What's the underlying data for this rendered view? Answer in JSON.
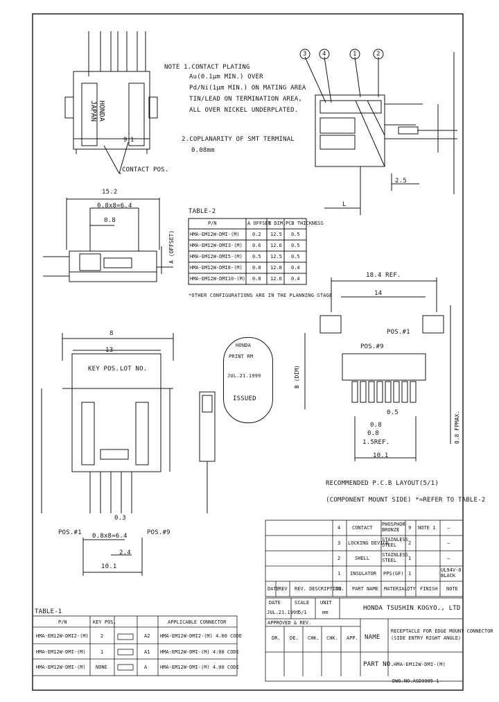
{
  "notes": {
    "title": "NOTE 1.CONTACT PLATING",
    "lines": [
      "Au(0.1μm MIN.) OVER",
      "Pd/Ni(1μm MIN.) ON MATING AREA",
      "TIN/LEAD ON TERMINATION AREA,",
      "ALL OVER NICKEL UNDERPLATED."
    ],
    "coplanarity": "2.COPLANARITY OF SMT TERMINAL",
    "coplanarity_value": "0.08mm"
  },
  "top_view": {
    "marking_line1": "HONDA",
    "marking_line2": "JAPAN",
    "pin1": "1",
    "pin9": "9",
    "contact_pos_label": "CONTACT POS."
  },
  "dims": {
    "d152": "15.2",
    "d648": "0.8x8=6.4",
    "d08": "0.8",
    "d8": "8",
    "d13": "13",
    "d18": "18.4 REF.",
    "d14": "14",
    "d25": "2.5",
    "d101a": "10.1",
    "d101b": "10.1",
    "d08b": "0.8",
    "d648b": "0.8x8=6.4",
    "d24": "2.4",
    "d03": "0.3",
    "d05": "0.5",
    "d08c": "0.8",
    "d08d": "0.8",
    "d5ref": "1.5REF.",
    "L": "L",
    "A_offset": "A (OFFSET)",
    "B_dim": "B (DIM)",
    "fpmax": "0.8 FPMAX."
  },
  "labels": {
    "key_pos": "KEY POS.",
    "lot_no": "LOT NO.",
    "pos1": "POS.#1",
    "pos9": "POS.#9",
    "pos1b": "POS.#1",
    "pos9b": "POS.#9",
    "balloon1": "1",
    "balloon2": "2",
    "balloon3": "3",
    "balloon4": "4",
    "rec_layout": "RECOMMENDED P.C.B LAYOUT(5/1)",
    "rec_layout2": "(COMPONENT MOUNT SIDE) *=REFER TO TABLE-2",
    "other_configs": "*OTHER CONFIGURATIONS ARE IN THE PLANNING STAGE"
  },
  "stamp": {
    "line1": "HONDA",
    "line2": "PRINT RM",
    "line3": "JUL.21.1999",
    "line4": "ISSUED"
  },
  "table2": {
    "title": "TABLE-2",
    "headers": [
      "P/N",
      "A OFFSET",
      "B DIM.",
      "PCB THICKNESS"
    ],
    "rows": [
      [
        "HMA-EM12W-DMI-(M)",
        "0.2",
        "12.5",
        "0.5"
      ],
      [
        "HMA-EM12W-DMI3-(M)",
        "0.6",
        "12.6",
        "0.5"
      ],
      [
        "HMA-EM12W-DMI5-(M)",
        "0.5",
        "12.5",
        "0.5"
      ],
      [
        "HMA-EM12W-DMI8-(M)",
        "0.8",
        "12.8",
        "0.4"
      ],
      [
        "HMA-EM12W-DMI10-(M)",
        "0.8",
        "12.6",
        "0.4"
      ]
    ]
  },
  "parts_list": {
    "rows": [
      [
        "4",
        "CONTACT",
        "PHOSPHOR BRONZE",
        "9",
        "NOTE 1",
        "—"
      ],
      [
        "3",
        "LOCKING DEVICE",
        "STAINLESS STEEL",
        "2",
        "",
        "—"
      ],
      [
        "2",
        "SHELL",
        "STAINLESS STEEL",
        "1",
        "",
        "—"
      ],
      [
        "1",
        "INSULATOR",
        "PPS(GF)",
        "1",
        "",
        "UL94V-0 BLACK"
      ]
    ],
    "header": [
      "DATE",
      "REV",
      "REV. DESCRIPTION",
      "NO.",
      "PART NAME",
      "MATERIAL",
      "QTY",
      "FINISH",
      "NOTE"
    ]
  },
  "title_block": {
    "date_label": "DATE",
    "date": "JUL.21.1999",
    "scale_label": "SCALE",
    "scale": "5/1",
    "unit_label": "UNIT",
    "unit": "mm",
    "company": "HONDA TSUSHIN KOGYO., LTD",
    "approved": "APPROVED & REV.",
    "sig_headers": [
      "DR.",
      "DE.",
      "CHK.",
      "CHK.",
      "APP."
    ],
    "name_label": "NAME",
    "name_value": "RECEPTACLE FOR EDGE MOUNT CONNECTOR",
    "name_value2": "(SIDE ENTRY RIGHT ANGLE)",
    "part_no_label": "PART NO.",
    "part_no": "HMA-EM12W-DMI-(M)",
    "drawing_no": "DWG.NO.ASD9905-1"
  },
  "table1": {
    "title": "TABLE-1",
    "headers": [
      "P/N",
      "KEY POS.",
      "",
      "",
      "APPLICABLE CONNECTOR"
    ],
    "rows": [
      [
        "HMA-EM12W-DMI2-(M)",
        "2",
        "",
        "A2",
        "HMA-EM12W-DMI2-(M) 4.00 CODE"
      ],
      [
        "HMA-EM12W-DMI-(M)",
        "1",
        "",
        "A1",
        "HMA-EM12W-DMI-(M) 4.00 CODE"
      ],
      [
        "HMA-EM12W-DMI-(M)",
        "NONE",
        "",
        "A",
        "HMA-EM12W-DMI-(M) 4.00 CODE"
      ]
    ]
  }
}
